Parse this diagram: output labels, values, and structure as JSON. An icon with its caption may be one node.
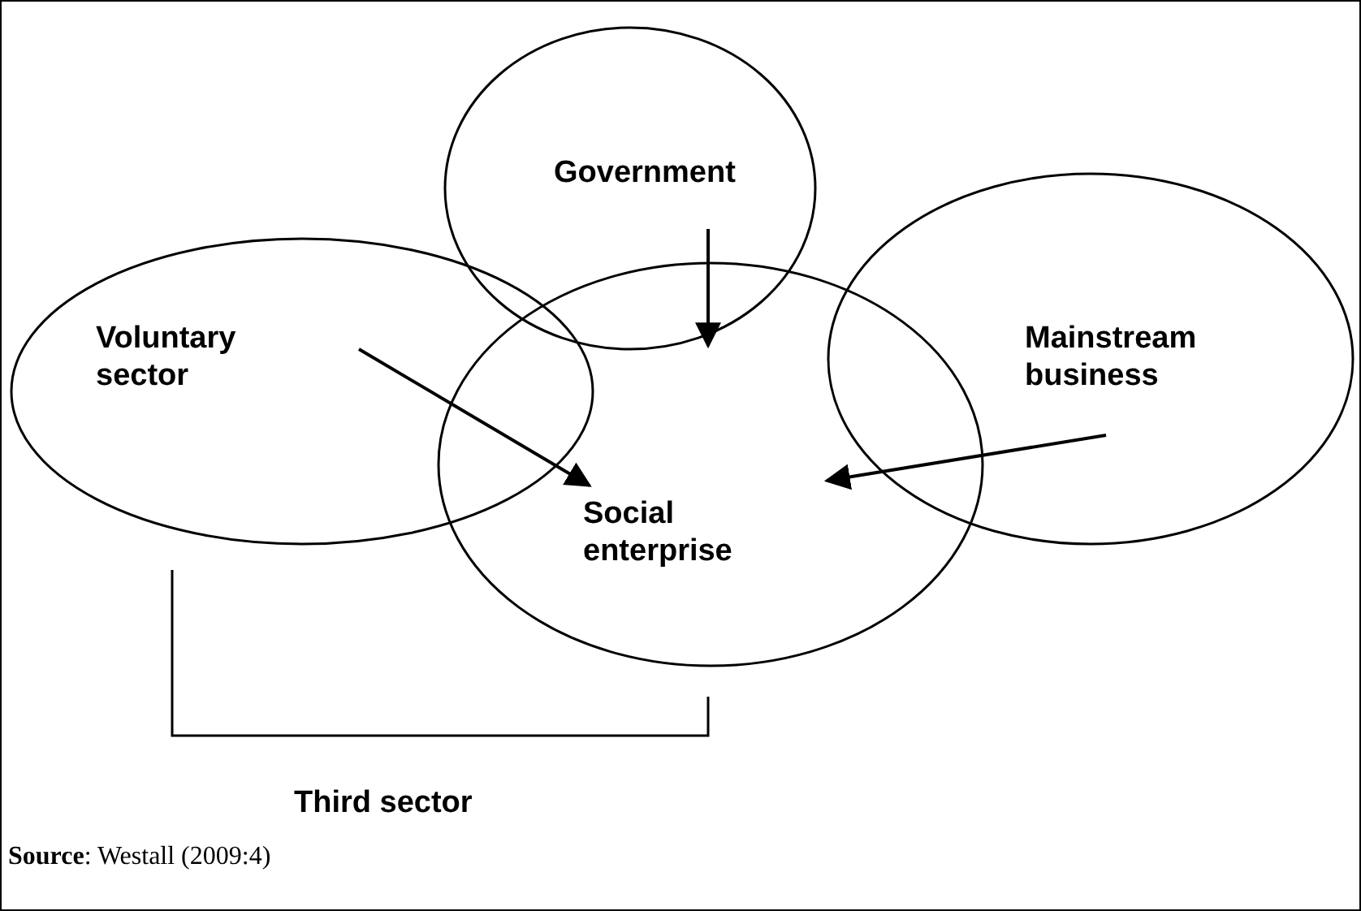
{
  "diagram": {
    "caption": "**Source**: Westall (2009:4)",
    "nodes": [
      {
        "text": [
          "Government"
        ]
      },
      {
        "text": [
          "Voluntary sector"
        ]
      },
      {
        "text": [
          "Mainstream business"
        ]
      },
      {
        "text": [
          "Social enterprise"
        ]
      }
    ],
    "edges": [
      {
        "from": 0,
        "to": 3,
        "arrow": "to"
      },
      {
        "from": 1,
        "to": 3,
        "arrow": "to"
      },
      {
        "from": 2,
        "to": 3,
        "arrow": "to"
      }
    ],
    "labels": [
      "Third sector"
    ]
  }
}
